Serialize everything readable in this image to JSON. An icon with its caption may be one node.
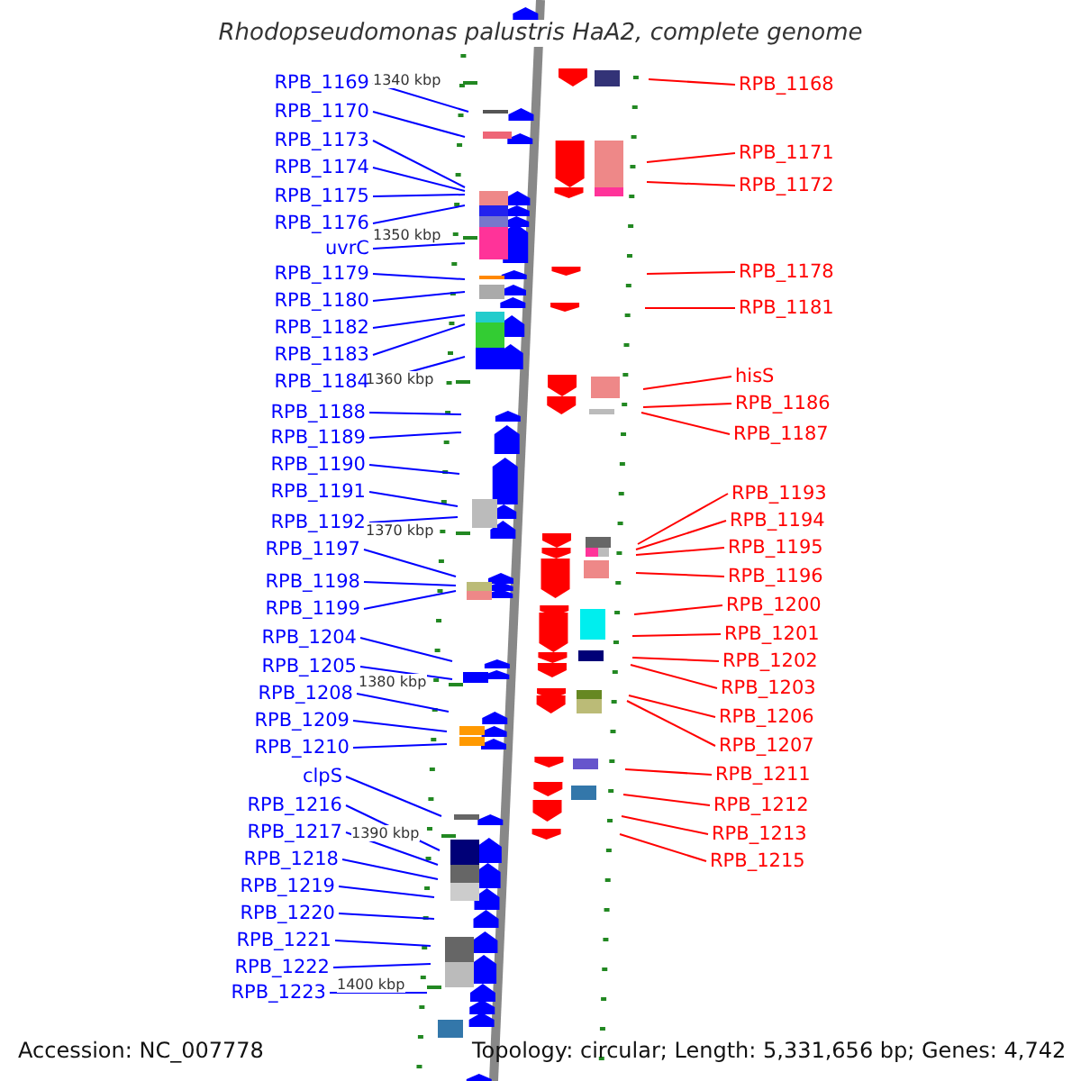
{
  "diagram": {
    "title": "Rhodopseudomonas palustris HaA2, complete genome",
    "nodes": [
      {
        "text": [
          "RPB_1169"
        ]
      },
      {
        "text": [
          "RPB_1170"
        ]
      },
      {
        "text": [
          "RPB_1173"
        ]
      },
      {
        "text": [
          "RPB_1174"
        ]
      },
      {
        "text": [
          "RPB_1175"
        ]
      },
      {
        "text": [
          "RPB_1176"
        ]
      },
      {
        "text": [
          "uvrC"
        ]
      },
      {
        "text": [
          "RPB_1179"
        ]
      },
      {
        "text": [
          "RPB_1180"
        ]
      },
      {
        "text": [
          "RPB_1182"
        ]
      },
      {
        "text": [
          "RPB_1183"
        ]
      },
      {
        "text": [
          "RPB_1184"
        ]
      },
      {
        "text": [
          "RPB_1188"
        ]
      },
      {
        "text": [
          "RPB_1189"
        ]
      },
      {
        "text": [
          "RPB_1190"
        ]
      },
      {
        "text": [
          "RPB_1191"
        ]
      },
      {
        "text": [
          "RPB_1192"
        ]
      },
      {
        "text": [
          "RPB_1197"
        ]
      },
      {
        "text": [
          "RPB_1198"
        ]
      },
      {
        "text": [
          "RPB_1199"
        ]
      },
      {
        "text": [
          "RPB_1204"
        ]
      },
      {
        "text": [
          "RPB_1205"
        ]
      },
      {
        "text": [
          "RPB_1208"
        ]
      },
      {
        "text": [
          "RPB_1209"
        ]
      },
      {
        "text": [
          "RPB_1210"
        ]
      },
      {
        "text": [
          "clpS"
        ]
      },
      {
        "text": [
          "RPB_1216"
        ]
      },
      {
        "text": [
          "RPB_1217"
        ]
      },
      {
        "text": [
          "RPB_1218"
        ]
      },
      {
        "text": [
          "RPB_1219"
        ]
      },
      {
        "text": [
          "RPB_1220"
        ]
      },
      {
        "text": [
          "RPB_1221"
        ]
      },
      {
        "text": [
          "RPB_1222"
        ]
      },
      {
        "text": [
          "RPB_1223"
        ]
      },
      {
        "text": [
          "RPB_1168"
        ]
      },
      {
        "text": [
          "RPB_1171"
        ]
      },
      {
        "text": [
          "RPB_1172"
        ]
      },
      {
        "text": [
          "RPB_1178"
        ]
      },
      {
        "text": [
          "RPB_1181"
        ]
      },
      {
        "text": [
          "hisS"
        ]
      },
      {
        "text": [
          "RPB_1186"
        ]
      },
      {
        "text": [
          "RPB_1187"
        ]
      },
      {
        "text": [
          "RPB_1193"
        ]
      },
      {
        "text": [
          "RPB_1194"
        ]
      },
      {
        "text": [
          "RPB_1195"
        ]
      },
      {
        "text": [
          "RPB_1196"
        ]
      },
      {
        "text": [
          "RPB_1200"
        ]
      },
      {
        "text": [
          "RPB_1201"
        ]
      },
      {
        "text": [
          "RPB_1202"
        ]
      },
      {
        "text": [
          "RPB_1203"
        ]
      },
      {
        "text": [
          "RPB_1206"
        ]
      },
      {
        "text": [
          "RPB_1207"
        ]
      },
      {
        "text": [
          "RPB_1211"
        ]
      },
      {
        "text": [
          "RPB_1212"
        ]
      },
      {
        "text": [
          "RPB_1213"
        ]
      },
      {
        "text": [
          "RPB_1215"
        ]
      }
    ],
    "edges": [
      {
        "from": 0,
        "to": null,
        "arrow": "none"
      },
      {
        "from": 1,
        "to": null,
        "arrow": "none"
      },
      {
        "from": 2,
        "to": null,
        "arrow": "none"
      },
      {
        "from": 3,
        "to": null,
        "arrow": "none"
      },
      {
        "from": 4,
        "to": null,
        "arrow": "none"
      },
      {
        "from": 5,
        "to": null,
        "arrow": "none"
      },
      {
        "from": 6,
        "to": null,
        "arrow": "none"
      },
      {
        "from": 7,
        "to": null,
        "arrow": "none"
      },
      {
        "from": 8,
        "to": null,
        "arrow": "none"
      },
      {
        "from": 9,
        "to": null,
        "arrow": "none"
      },
      {
        "from": 10,
        "to": null,
        "arrow": "none"
      },
      {
        "from": 11,
        "to": null,
        "arrow": "none"
      },
      {
        "from": 12,
        "to": null,
        "arrow": "none"
      },
      {
        "from": 13,
        "to": null,
        "arrow": "none"
      },
      {
        "from": 14,
        "to": null,
        "arrow": "none"
      },
      {
        "from": 15,
        "to": null,
        "arrow": "none"
      },
      {
        "from": 16,
        "to": null,
        "arrow": "none"
      },
      {
        "from": 17,
        "to": null,
        "arrow": "none"
      },
      {
        "from": 18,
        "to": null,
        "arrow": "none"
      },
      {
        "from": 19,
        "to": null,
        "arrow": "none"
      },
      {
        "from": 20,
        "to": null,
        "arrow": "none"
      },
      {
        "from": 21,
        "to": null,
        "arrow": "none"
      },
      {
        "from": 22,
        "to": null,
        "arrow": "none"
      },
      {
        "from": 23,
        "to": null,
        "arrow": "none"
      },
      {
        "from": 24,
        "to": null,
        "arrow": "none"
      },
      {
        "from": 25,
        "to": null,
        "arrow": "none"
      },
      {
        "from": 26,
        "to": null,
        "arrow": "none"
      },
      {
        "from": 27,
        "to": null,
        "arrow": "none"
      },
      {
        "from": 28,
        "to": null,
        "arrow": "none"
      },
      {
        "from": 29,
        "to": null,
        "arrow": "none"
      },
      {
        "from": 30,
        "to": null,
        "arrow": "none"
      },
      {
        "from": 31,
        "to": null,
        "arrow": "none"
      },
      {
        "from": 32,
        "to": null,
        "arrow": "none"
      },
      {
        "from": 33,
        "to": null,
        "arrow": "none"
      },
      {
        "from": 34,
        "to": null,
        "arrow": "none",
        "color": "#ff0000"
      },
      {
        "from": 35,
        "to": null,
        "arrow": "none",
        "color": "#ff0000"
      },
      {
        "from": 36,
        "to": null,
        "arrow": "none",
        "color": "#ff0000"
      },
      {
        "from": 37,
        "to": null,
        "arrow": "none",
        "color": "#ff0000"
      },
      {
        "from": 38,
        "to": null,
        "arrow": "none",
        "color": "#ff0000"
      },
      {
        "from": 39,
        "to": null,
        "arrow": "none",
        "color": "#ff0000"
      },
      {
        "from": 40,
        "to": null,
        "arrow": "none",
        "color": "#ff0000"
      },
      {
        "from": 41,
        "to": null,
        "arrow": "none",
        "color": "#ff0000"
      },
      {
        "from": 42,
        "to": null,
        "arrow": "none",
        "color": "#ff0000"
      },
      {
        "from": 43,
        "to": null,
        "arrow": "none",
        "color": "#ff0000"
      },
      {
        "from": 44,
        "to": null,
        "arrow": "none",
        "color": "#ff0000"
      },
      {
        "from": 45,
        "to": null,
        "arrow": "none",
        "color": "#ff0000"
      },
      {
        "from": 46,
        "to": null,
        "arrow": "none",
        "color": "#ff0000"
      },
      {
        "from": 47,
        "to": null,
        "arrow": "none",
        "color": "#ff0000"
      },
      {
        "from": 48,
        "to": null,
        "arrow": "none",
        "color": "#ff0000"
      },
      {
        "from": 49,
        "to": null,
        "arrow": "none",
        "color": "#ff0000"
      },
      {
        "from": 50,
        "to": null,
        "arrow": "none",
        "color": "#ff0000"
      },
      {
        "from": 51,
        "to": null,
        "arrow": "none",
        "color": "#ff0000"
      },
      {
        "from": 52,
        "to": null,
        "arrow": "none",
        "color": "#ff0000"
      },
      {
        "from": 53,
        "to": null,
        "arrow": "none",
        "color": "#ff0000"
      },
      {
        "from": 54,
        "to": null,
        "arrow": "none",
        "color": "#ff0000"
      },
      {
        "from": 55,
        "to": null,
        "arrow": "none",
        "color": "#ff0000"
      }
    ],
    "labels": [
      "1340 kbp",
      "1350 kbp",
      "1360 kbp",
      "1370 kbp",
      "1380 kbp",
      "1390 kbp",
      "1400 kbp",
      "Accession: NC_007778",
      "Topology: circular; Length: 5,331,656 bp; Genes: 4,742"
    ]
  }
}
